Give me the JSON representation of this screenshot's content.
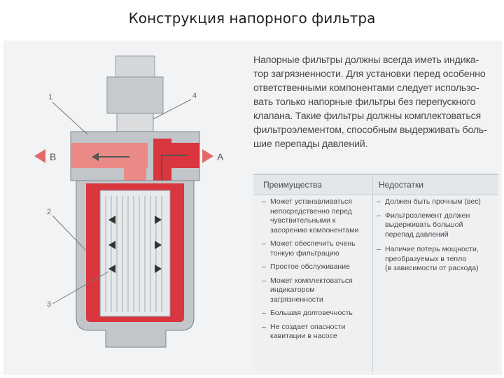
{
  "title": "Конструкция напорного фильтра",
  "diagram": {
    "label_1": "1",
    "label_2": "2",
    "label_3": "3",
    "label_4": "4",
    "port_in": "A",
    "port_out": "B",
    "colors": {
      "housing": "#c2c6ca",
      "red_flow": "#d9363e",
      "pink_flow": "#e98a86",
      "element": "#e6e8ea"
    }
  },
  "description": "Напорные фильтры должны всегда иметь индика-\nтор загрязненности. Для установки перед особенно\nответственными компонентами следует использо-\nвать только напорные фильтры без перепускного\nклапана. Такие фильтры должны комплектоваться\nфильтроэлементом, способным выдерживать боль-\nшие перепады давлений.",
  "table": {
    "advantages_header": "Преимущества",
    "disadvantages_header": "Недостатки",
    "advantages": [
      "Может устанавливаться\nнепосредственно перед\nчувствительными к\nзасорению компонентами",
      "Может обеспечить очень\nтонкую фильтрацию",
      "Простое обслуживание",
      "Может комплектоваться\nиндикатором\nзагрязненности",
      "Большая долговечность",
      "Не создает опасности\nкавитации в насосе"
    ],
    "disadvantages": [
      "Должен быть прочным (вес)",
      "Фильтроэлемент должен\nвыдерживать большой\nперепад давлений",
      "Наличие потерь мощности,\nпреобразуемых в тепло\n(в зависимости от расхода)"
    ],
    "bullet": "–"
  }
}
